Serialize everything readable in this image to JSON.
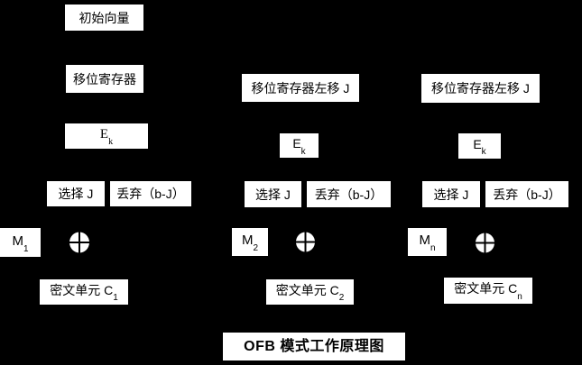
{
  "title": "OFB 模式工作原理图",
  "colors": {
    "background": "#000000",
    "box_fill": "#ffffff",
    "text": "#000000"
  },
  "columns": [
    {
      "source_label": "初始向量",
      "shift_label": "移位寄存器",
      "cipher_base": "E",
      "cipher_sub": "k",
      "select_label": "选择 J",
      "discard_label": "丢弃（b-J）",
      "message_base": "M",
      "message_sub": "1",
      "xor_icon": "xor-circle",
      "cipher_unit_label": "密文单元 C",
      "cipher_unit_sub": "1"
    },
    {
      "shift_label": "移位寄存器左移 J",
      "cipher_base": "E",
      "cipher_sub": "k",
      "select_label": "选择 J",
      "discard_label": "丢弃（b-J）",
      "message_base": "M",
      "message_sub": "2",
      "xor_icon": "xor-circle",
      "cipher_unit_label": "密文单元 C",
      "cipher_unit_sub": "2"
    },
    {
      "shift_label": "移位寄存器左移 J",
      "cipher_base": "E",
      "cipher_sub": "k",
      "select_label": "选择 J",
      "discard_label": "丢弃（b-J）",
      "message_base": "M",
      "message_sub": "n",
      "xor_icon": "xor-circle",
      "cipher_unit_label": "密文单元 C",
      "cipher_unit_sub": "n"
    }
  ]
}
